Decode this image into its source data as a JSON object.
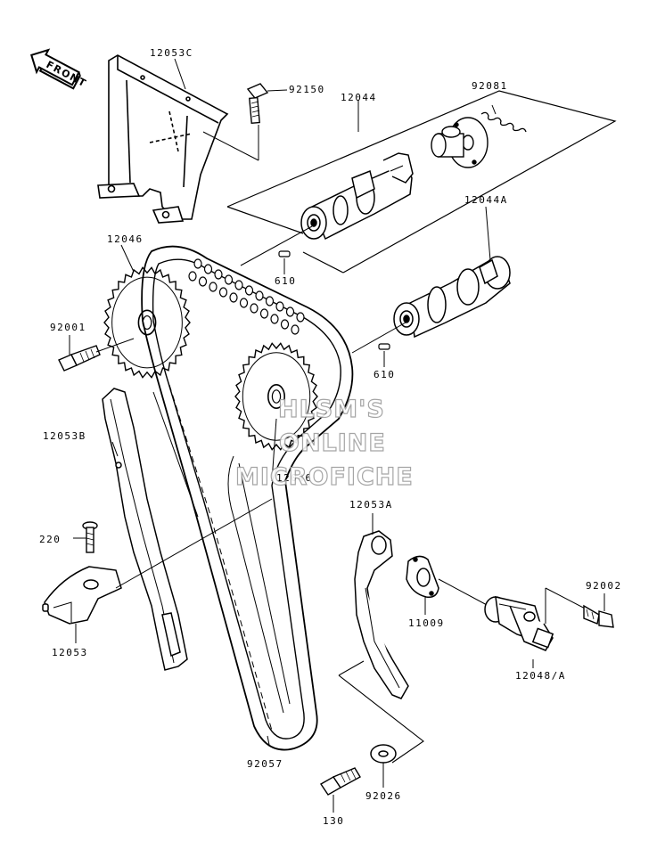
{
  "direction": {
    "front": "FRONT"
  },
  "parts": {
    "p12053C": "12053C",
    "p92150": "92150",
    "p12044": "12044",
    "p92081": "92081",
    "p12046_top": "12046",
    "p12044A": "12044A",
    "p610_a": "610",
    "p92001": "92001",
    "p610_b": "610",
    "p12053B": "12053B",
    "p12046_mid": "12046",
    "p12053A": "12053A",
    "p220": "220",
    "p92002": "92002",
    "p11009": "11009",
    "p12053": "12053",
    "p12048A": "12048/A",
    "p92057": "92057",
    "p92026": "92026",
    "p130": "130"
  },
  "watermark": {
    "line1": "HLSM'S",
    "line2": "ONLINE",
    "line3": "MICROFICHE"
  },
  "colors": {
    "ink": "#000000",
    "paper": "#ffffff",
    "watermark": "#9c9c9c"
  }
}
